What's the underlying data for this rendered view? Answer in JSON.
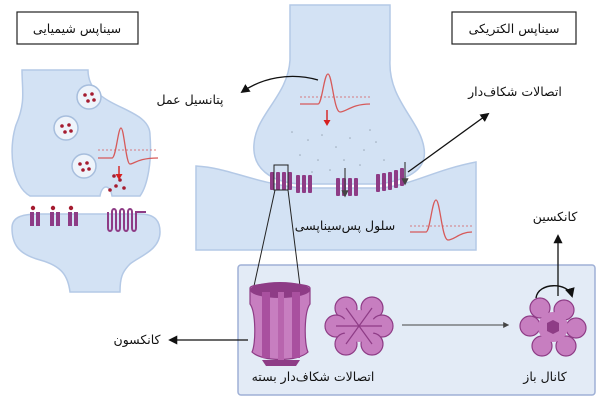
{
  "labels": {
    "chemical_synapse": "سیناپس شیمیایی",
    "electrical_synapse": "سیناپس الکتریکی",
    "action_potential": "پتانسیل عمل",
    "gap_junctions": "اتصالات شکاف‌دار",
    "postsynaptic_cell": "سلول پس‌سیناپسی",
    "connexin": "کانکسین",
    "connexon": "کانکسون",
    "closed_gap_junction": "اتصالات شکاف‌دار بسته",
    "open_channel": "کانال باز"
  },
  "colors": {
    "cell_fill": "#d3e2f4",
    "cell_edge": "#b4c9e6",
    "protein": "#8e3c86",
    "protein_light": "#c77ec0",
    "vesicle_dot": "#a51c30",
    "trace": "#d65a5a",
    "red_arrow": "#d61f1f",
    "panel_bg": "#e3ebf6",
    "panel_edge": "#9fb0d6"
  }
}
